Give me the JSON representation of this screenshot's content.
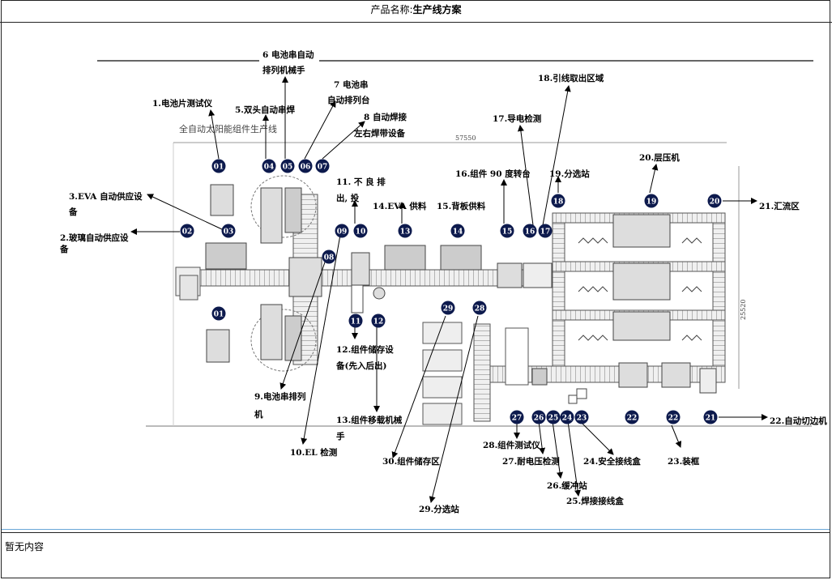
{
  "header": {
    "product_label": "产品名称:",
    "product_name": "生产线方案"
  },
  "footer": {
    "text": "暂无内容"
  },
  "diagram": {
    "line_title": "全自动太阳能组件生产线",
    "length_dim": "57550",
    "width_dim": "25520",
    "stations": [
      {
        "num": "01",
        "label": "1.电池片测试仪"
      },
      {
        "num": "02",
        "label": "2.玻璃自动供应设备"
      },
      {
        "num": "03",
        "label": "3.EVA 自动供应设备"
      },
      {
        "num": "04",
        "label": "5.双头自动串焊"
      },
      {
        "num": "05",
        "label": "6 电池串自动排列机械手"
      },
      {
        "num": "06",
        "label": "7 电池串自动排列台"
      },
      {
        "num": "07",
        "label": "8 自动焊接左右焊带设备"
      },
      {
        "num": "08",
        "label": "9.电池串排列机"
      },
      {
        "num": "09",
        "label": "10.EL 检测"
      },
      {
        "num": "10",
        "label": "11. 不良排出,投"
      },
      {
        "num": "11",
        "label": "12.组件储存设备(先入后出)"
      },
      {
        "num": "12",
        "label": "13.组件移载机械手"
      },
      {
        "num": "13",
        "label": "14.EVA 供料"
      },
      {
        "num": "14",
        "label": "15.背板供料"
      },
      {
        "num": "15",
        "label": "16.组件 90 度转台"
      },
      {
        "num": "16",
        "label": "17.导电检测"
      },
      {
        "num": "17",
        "label": "18.引线取出区域"
      },
      {
        "num": "18",
        "label": "19.分选站"
      },
      {
        "num": "19",
        "label": "20.层压机"
      },
      {
        "num": "20",
        "label": "21.汇流区"
      },
      {
        "num": "21",
        "label": "22.自动切边机"
      },
      {
        "num": "22",
        "label": "23.装框"
      },
      {
        "num": "23",
        "label": "24.安全接线盒"
      },
      {
        "num": "24",
        "label": "25.焊接接线盒"
      },
      {
        "num": "25",
        "label": "26.缓冲站"
      },
      {
        "num": "26",
        "label": "27.耐电压检测"
      },
      {
        "num": "27",
        "label": "28.组件测试仪"
      },
      {
        "num": "28",
        "label": "29.分选站"
      },
      {
        "num": "29",
        "label": "30.组件储存区"
      }
    ]
  }
}
